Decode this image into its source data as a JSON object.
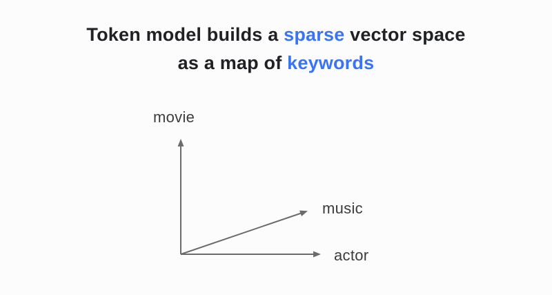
{
  "title": {
    "line1_parts": [
      {
        "text": "Token model builds a ",
        "emphasis": false
      },
      {
        "text": "sparse",
        "emphasis": true
      },
      {
        "text": " vector space",
        "emphasis": false
      }
    ],
    "line2_parts": [
      {
        "text": "as a map of ",
        "emphasis": false
      },
      {
        "text": "keywords",
        "emphasis": true
      }
    ],
    "emphasis_color": "#3b74f2",
    "text_color": "#202124"
  },
  "diagram": {
    "type": "vector-space-axes",
    "axes": [
      {
        "label": "movie",
        "direction": "up"
      },
      {
        "label": "music",
        "direction": "up-right"
      },
      {
        "label": "actor",
        "direction": "right"
      }
    ],
    "arrow_color": "#6b6b6b",
    "label_color": "#3c3c3c"
  }
}
